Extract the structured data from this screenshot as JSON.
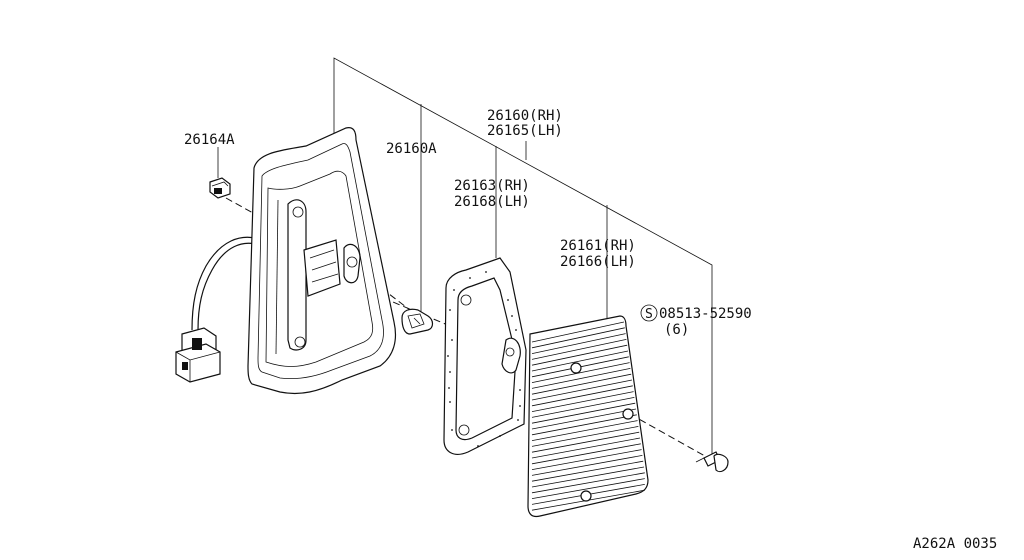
{
  "diagram": {
    "labels": {
      "part_26164A": "26164A",
      "part_26160A": "26160A",
      "part_26160_rh": "26160(RH)",
      "part_26165_lh": "26165(LH)",
      "part_26163_rh": "26163(RH)",
      "part_26168_lh": "26168(LH)",
      "part_26161_rh": "26161(RH)",
      "part_26166_lh": "26166(LH)",
      "screw_symbol": "S",
      "screw_part": "08513-52590",
      "screw_qty": "(6)",
      "diagram_code": "A262A 0035"
    }
  }
}
